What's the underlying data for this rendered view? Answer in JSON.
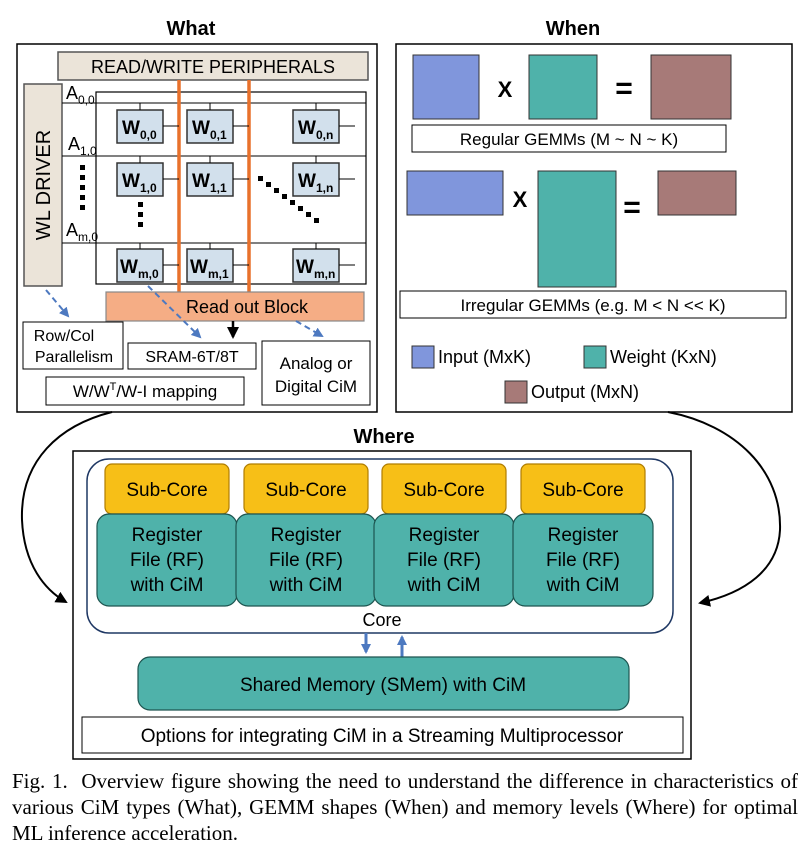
{
  "what": {
    "title": "What",
    "peripherals": "READ/WRITE PERIPHERALS",
    "wl_driver": "WL DRIVER",
    "wordlines": [
      {
        "base": "A",
        "sub": "0,0"
      },
      {
        "base": "A",
        "sub": "1,0"
      },
      {
        "base": "A",
        "sub": "m,0"
      }
    ],
    "cells": [
      {
        "base": "W",
        "sub": "0,0"
      },
      {
        "base": "W",
        "sub": "0,1"
      },
      {
        "base": "W",
        "sub": "0,n"
      },
      {
        "base": "W",
        "sub": "1,0"
      },
      {
        "base": "W",
        "sub": "1,1"
      },
      {
        "base": "W",
        "sub": "1,n"
      },
      {
        "base": "W",
        "sub": "m,0"
      },
      {
        "base": "W",
        "sub": "m,1"
      },
      {
        "base": "W",
        "sub": "m,n"
      }
    ],
    "readout": "Read out Block",
    "row_col_line1": "Row/Col",
    "row_col_line2": "Parallelism",
    "sram": "SRAM-6T/8T",
    "analog_line1": "Analog or",
    "analog_line2": "Digital CiM",
    "mapping": {
      "p1": "W/W",
      "sup": "T",
      "p2": "/W-I mapping"
    }
  },
  "when": {
    "title": "When",
    "times": "X",
    "equals": "=",
    "regular": "Regular GEMMs (M ~ N ~ K)",
    "irregular": "Irregular GEMMs (e.g. M < N << K)",
    "legend": [
      {
        "label": "Input (MxK)",
        "color": "#8096dc"
      },
      {
        "label": "Weight (KxN)",
        "color": "#4fb2aa"
      },
      {
        "label": "Output (MxN)",
        "color": "#a77a78"
      }
    ]
  },
  "where": {
    "title": "Where",
    "subcore": "Sub-Core",
    "rf_line1": "Register",
    "rf_line2": "File (RF)",
    "rf_line3": "with CiM",
    "core": "Core",
    "smem": "Shared Memory (SMem) with CiM",
    "options": "Options for integrating CiM in a Streaming Multiprocessor"
  },
  "colors": {
    "input": "#8096dc",
    "weight": "#4fb2aa",
    "output": "#a77a78",
    "subcore": "#f7bf17",
    "readout": "#f5ad85",
    "bitline": "#e8712b",
    "cell": "#d2e0ec",
    "wl_driver": "#ebe4d9",
    "arrow_blue": "#4d79c0"
  },
  "caption": {
    "label": "Fig. 1.",
    "text": "Overview figure showing the need to understand the difference in characteristics of various CiM types (What), GEMM shapes (When) and memory levels (Where) for optimal ML inference acceleration."
  }
}
